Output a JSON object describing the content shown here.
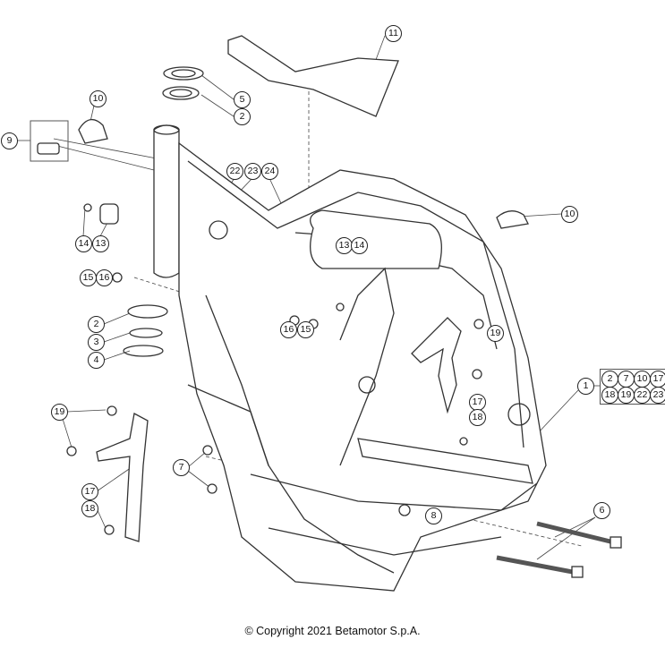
{
  "diagram": {
    "callouts": {
      "c11": "11",
      "c5": "5",
      "c2a": "2",
      "c10a": "10",
      "c9": "9",
      "c22": "22",
      "c23": "23",
      "c24": "24",
      "c10b": "10",
      "c14a": "14",
      "c13a": "13",
      "c13b": "13",
      "c14b": "14",
      "c15a": "15",
      "c16a": "16",
      "c19a": "19",
      "c2b": "2",
      "c3": "3",
      "c4": "4",
      "c16b": "16",
      "c15b": "15",
      "c1": "1",
      "c17a": "17",
      "c18a": "18",
      "c19b": "19",
      "c7": "7",
      "c17b": "17",
      "c18b": "18",
      "c8": "8",
      "c6": "6"
    },
    "kit_items": [
      "2",
      "7",
      "10",
      "17",
      "18",
      "19",
      "22",
      "23"
    ]
  },
  "footer": {
    "copyright": "© Copyright 2021 Betamotor S.p.A."
  }
}
